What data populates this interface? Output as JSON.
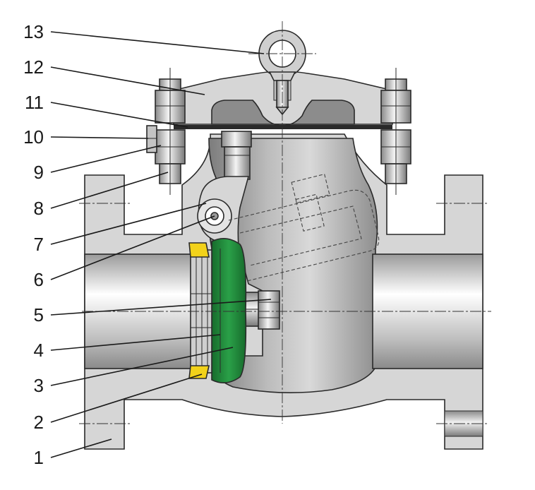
{
  "callouts": [
    {
      "label": "13",
      "target": "lifting-eyebolt"
    },
    {
      "label": "12",
      "target": "bonnet"
    },
    {
      "label": "11",
      "target": "bonnet-gasket"
    },
    {
      "label": "10",
      "target": "bolt-pin"
    },
    {
      "label": "9",
      "target": "stud-bolt"
    },
    {
      "label": "8",
      "target": "hex-nut"
    },
    {
      "label": "7",
      "target": "hinge-bracket"
    },
    {
      "label": "6",
      "target": "hinge-pin"
    },
    {
      "label": "5",
      "target": "disc-nut"
    },
    {
      "label": "4",
      "target": "hinge-arm"
    },
    {
      "label": "3",
      "target": "disc"
    },
    {
      "label": "2",
      "target": "seat-ring"
    },
    {
      "label": "1",
      "target": "body"
    }
  ],
  "colors": {
    "body": "#d6d6d6",
    "cavity": "#8c8c8c",
    "disc": "#1f8a3a",
    "seat": "#f2d21a",
    "outline": "#2a2a2a",
    "background": "#ffffff"
  }
}
